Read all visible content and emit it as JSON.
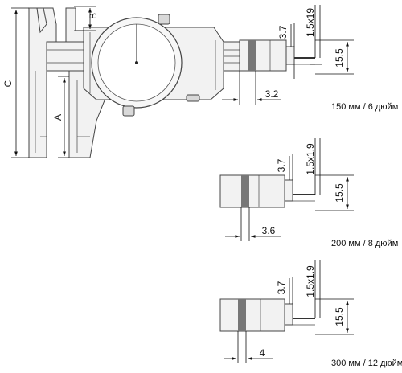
{
  "caliper": {
    "label_a": "A",
    "label_b": "B",
    "label_c": "C"
  },
  "details": [
    {
      "caption": "150 мм / 6 дюйм",
      "dim_depth_rod": "1.5x19",
      "dim_step": "3.7",
      "dim_height": "15.5",
      "dim_width": "3.2"
    },
    {
      "caption": "200 мм / 8 дюйм",
      "dim_depth_rod": "1.5x1.9",
      "dim_step": "3.7",
      "dim_height": "15.5",
      "dim_width": "3.6"
    },
    {
      "caption": "300 мм / 12 дюйм",
      "dim_depth_rod": "1.5x1.9",
      "dim_step": "3.7",
      "dim_height": "15.5",
      "dim_width": "4"
    }
  ]
}
